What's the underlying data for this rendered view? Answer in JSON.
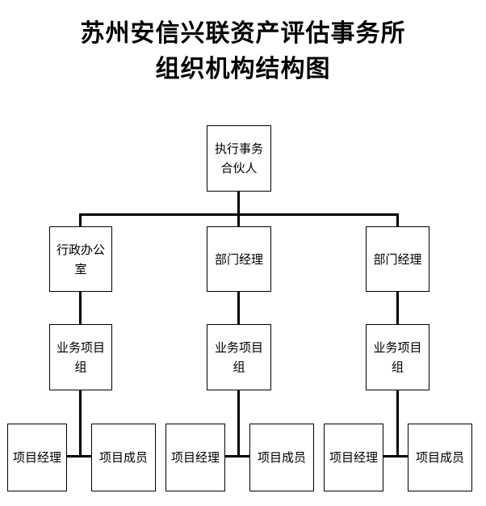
{
  "title_line1": "苏州安信兴联资产评估事务所",
  "title_line2": "组织机构结构图",
  "nodes": {
    "top": "执行事务\n合伙人",
    "office": "行政办公\n室",
    "dept_manager_1": "部门经理",
    "dept_manager_2": "部门经理",
    "biz_group_1": "业务项目\n组",
    "biz_group_2": "业务项目\n组",
    "biz_group_3": "业务项目\n组",
    "project_manager_1": "项目经理",
    "project_member_1": "项目成员",
    "project_manager_2": "项目经理",
    "project_member_2": "项目成员",
    "project_manager_3": "项目经理",
    "project_member_3": "项目成员"
  }
}
